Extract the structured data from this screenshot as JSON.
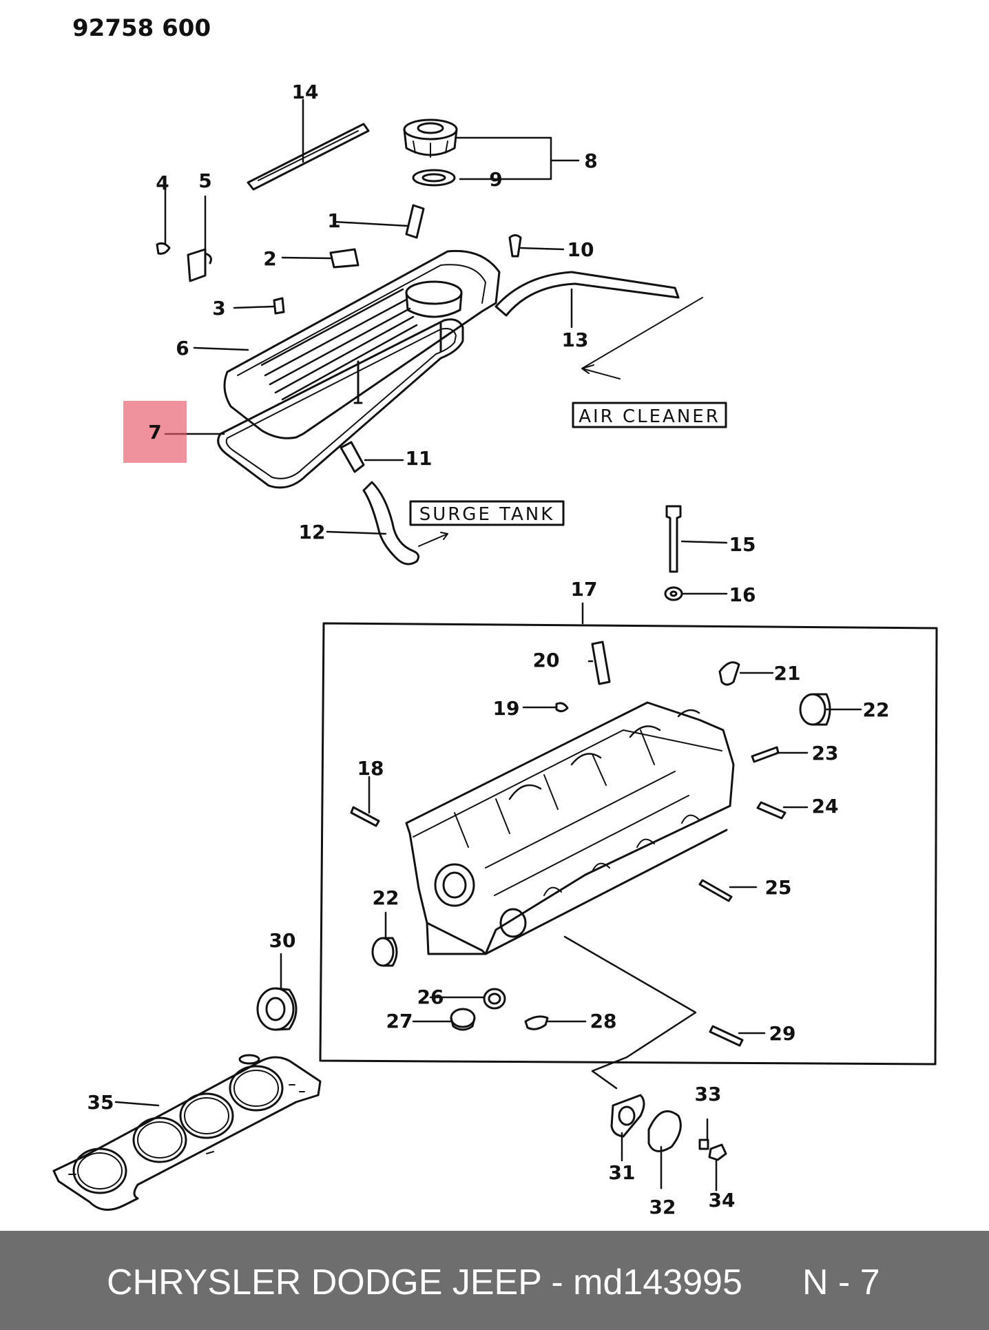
{
  "diagram": {
    "doc_number": "92758 600",
    "callouts": {
      "c1": "1",
      "c2": "2",
      "c3": "3",
      "c4": "4",
      "c5": "5",
      "c6": "6",
      "c7": "7",
      "c8": "8",
      "c9": "9",
      "c10": "10",
      "c11": "11",
      "c12": "12",
      "c13": "13",
      "c14": "14",
      "c15": "15",
      "c16": "16",
      "c17": "17",
      "c18": "18",
      "c19": "19",
      "c20": "20",
      "c21": "21",
      "c22": "22",
      "c22b": "22",
      "c23": "23",
      "c24": "24",
      "c25": "25",
      "c26": "26",
      "c27": "27",
      "c28": "28",
      "c29": "29",
      "c30": "30",
      "c31": "31",
      "c32": "32",
      "c33": "33",
      "c34": "34",
      "c35": "35"
    },
    "labels": {
      "air_cleaner": "AIR CLEANER",
      "surge_tank": "SURGE TANK"
    },
    "highlight_color": "#e85868"
  },
  "footer": {
    "text": "CHRYSLER DODGE JEEP - md143995",
    "page": "N - 7",
    "background": "#6e6e6e"
  }
}
